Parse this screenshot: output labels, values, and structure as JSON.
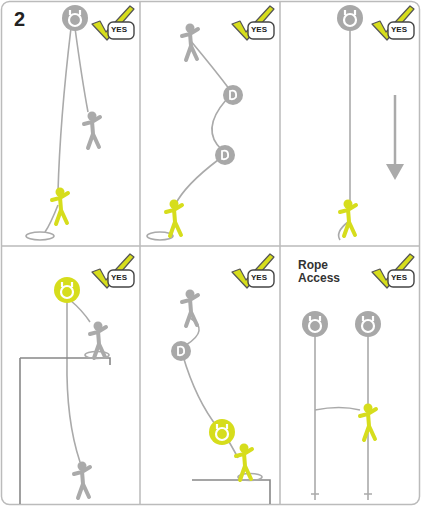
{
  "diagram": {
    "labels": [
      "2",
      "YES",
      "YES",
      "YES",
      "YES",
      "YES",
      "Rope Access",
      "YES"
    ]
  }
}
